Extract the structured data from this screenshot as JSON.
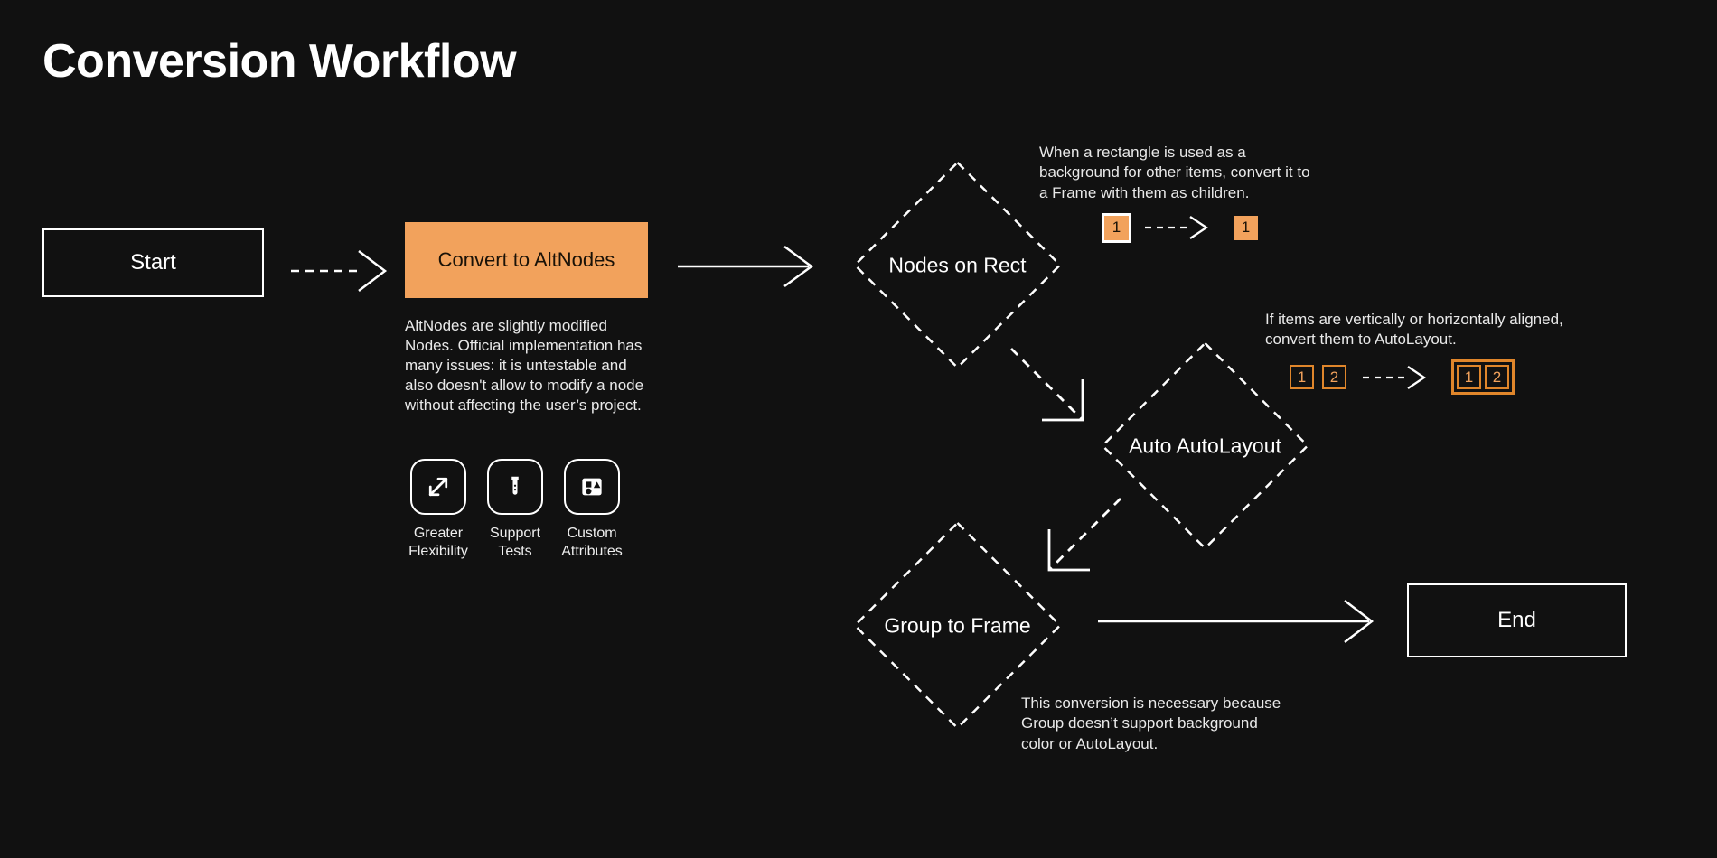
{
  "page": {
    "title": "Conversion Workflow",
    "background_color": "#111111",
    "accent_color": "#F2A25C",
    "accent_outline_color": "#E0862B",
    "text_color": "#ffffff"
  },
  "nodes": {
    "start": {
      "label": "Start",
      "shape": "rectangle"
    },
    "convert": {
      "label": "Convert to AltNodes",
      "shape": "rectangle-filled",
      "description": "AltNodes are slightly modified Nodes. Official implementation has many issues: it is untestable and also doesn't allow to modify a node without affecting the user’s project."
    },
    "nodes_on_rect": {
      "label": "Nodes on Rect",
      "shape": "diamond"
    },
    "auto_autolayout": {
      "label": "Auto AutoLayout",
      "shape": "diamond"
    },
    "group_to_frame": {
      "label": "Group to Frame",
      "shape": "diamond"
    },
    "end": {
      "label": "End",
      "shape": "rectangle"
    }
  },
  "features": [
    {
      "icon": "expand-arrows-icon",
      "label": "Greater\nFlexibility"
    },
    {
      "icon": "test-tube-icon",
      "label": "Support\nTests"
    },
    {
      "icon": "shapes-icon",
      "label": "Custom\nAttributes"
    }
  ],
  "annotations": {
    "nodes_on_rect_note": "When a rectangle is used as a background for other items, convert it to a Frame with them as children.",
    "auto_autolayout_note": "If items are vertically or horizontally aligned, convert them to AutoLayout.",
    "group_to_frame_note": "This conversion is necessary because Group doesn’t support background color or AutoLayout."
  },
  "badges": {
    "rect_before": [
      "1"
    ],
    "rect_after": [
      "1"
    ],
    "layout_before": [
      "1",
      "2"
    ],
    "layout_after": [
      "1",
      "2"
    ]
  },
  "edges": [
    {
      "from": "start",
      "to": "convert",
      "style": "dashed"
    },
    {
      "from": "convert",
      "to": "nodes_on_rect",
      "style": "solid"
    },
    {
      "from": "nodes_on_rect",
      "to": "auto_autolayout",
      "style": "dashed-diagonal"
    },
    {
      "from": "auto_autolayout",
      "to": "group_to_frame",
      "style": "dashed-diagonal"
    },
    {
      "from": "group_to_frame",
      "to": "end",
      "style": "solid"
    }
  ]
}
